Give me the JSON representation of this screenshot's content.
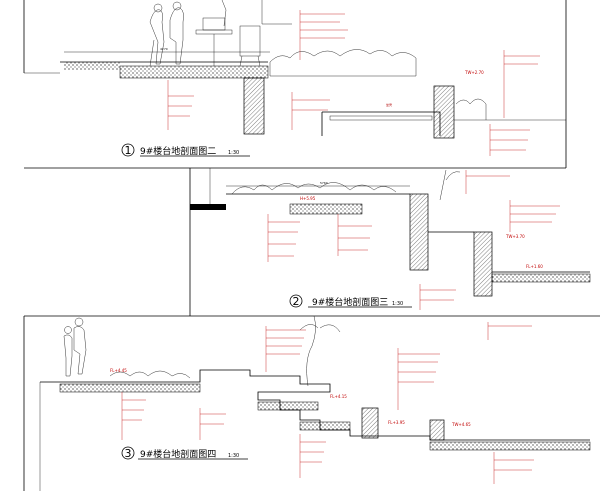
{
  "sections": [
    {
      "number": "1",
      "title": "9#楼台地剖面图二",
      "scale": "1:30"
    },
    {
      "number": "2",
      "title": "9#楼台地剖面图三",
      "scale": "1:30"
    },
    {
      "number": "3",
      "title": "9#楼台地剖面图四",
      "scale": "1:30"
    }
  ],
  "bench_label": "坐凳",
  "level_tags": [
    "H+5.95",
    "FL+4.45",
    "FL+4.15",
    "FL+3.95",
    "FL+1.60",
    "TW+2.70",
    "TW+3.70",
    "TW+4.65"
  ]
}
